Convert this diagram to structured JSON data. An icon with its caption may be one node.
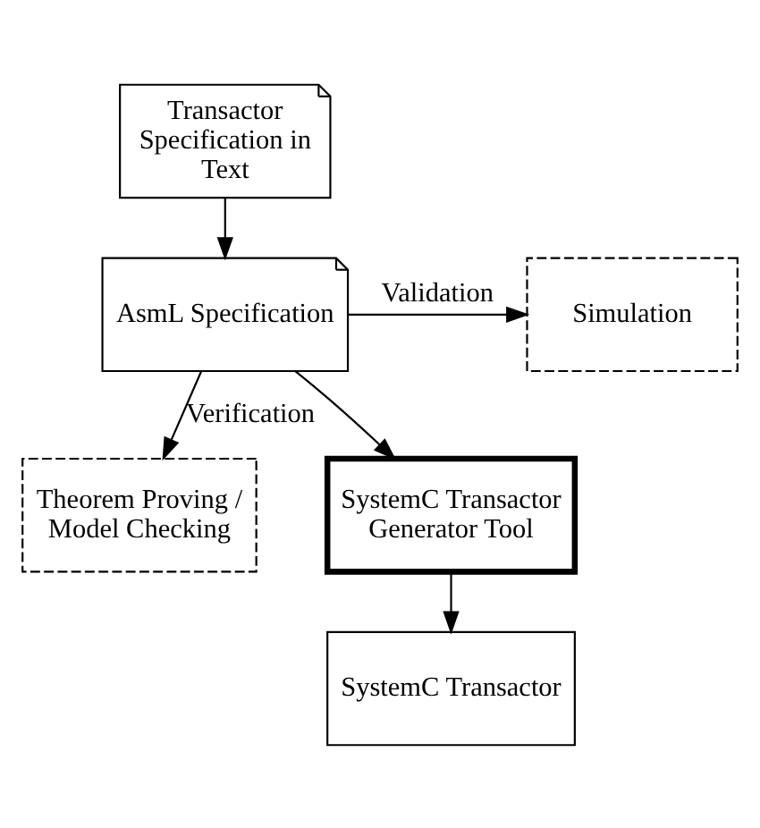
{
  "diagram": {
    "nodes": [
      {
        "text": [
          "Transactor Specification in Text"
        ]
      },
      {
        "text": [
          "AsmL Specification"
        ]
      },
      {
        "text": [
          "Simulation"
        ]
      },
      {
        "text": [
          "Theorem Proving / Model Checking"
        ]
      },
      {
        "text": [
          "SystemC Transactor Generator Tool"
        ]
      },
      {
        "text": [
          "SystemC Transactor"
        ]
      }
    ],
    "edges": [
      {
        "from": 0,
        "to": 1,
        "arrow": "to"
      },
      {
        "from": 1,
        "to": 2,
        "arrow": "to",
        "label": "Validation"
      },
      {
        "from": 1,
        "to": 3,
        "arrow": "to",
        "label": "Verification"
      },
      {
        "from": 1,
        "to": 4,
        "arrow": "to"
      },
      {
        "from": 4,
        "to": 5,
        "arrow": "to"
      }
    ]
  }
}
